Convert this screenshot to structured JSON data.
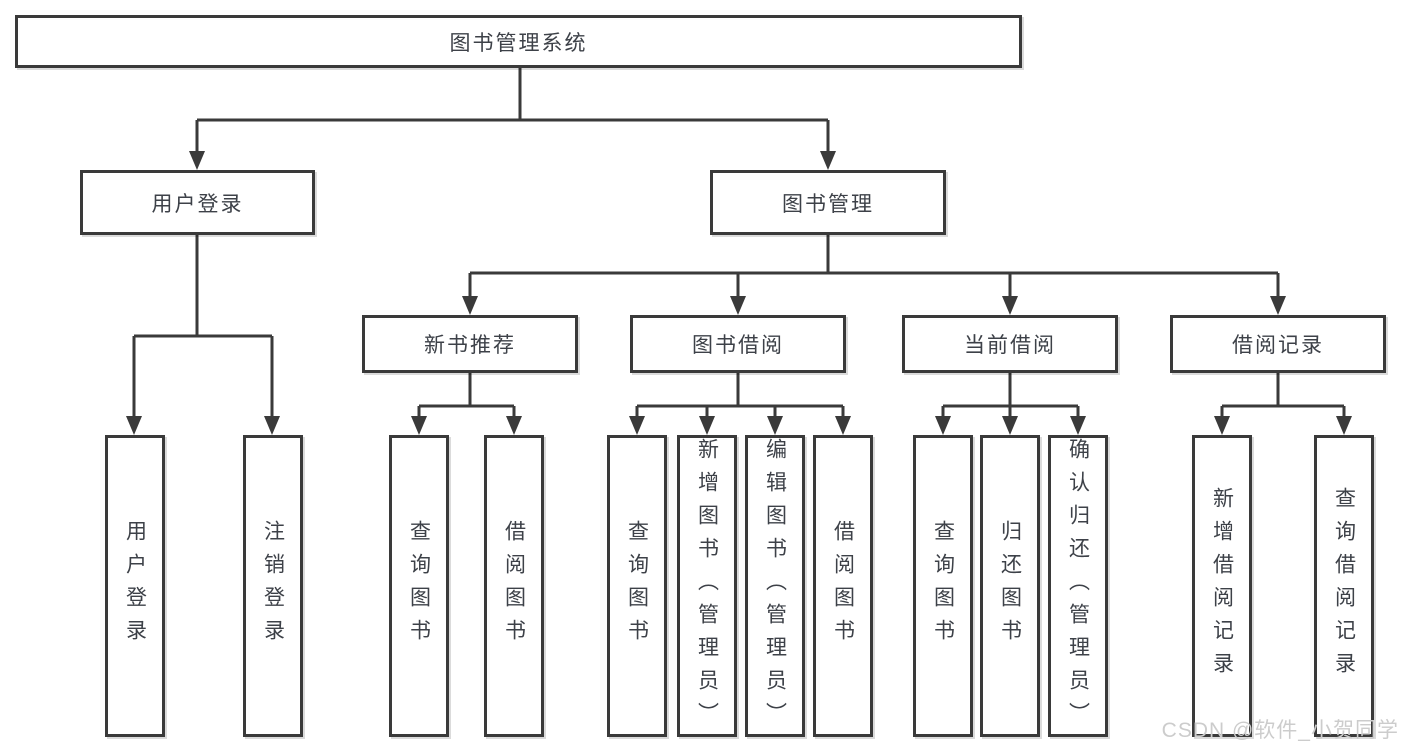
{
  "diagram": {
    "root": {
      "label": "图书管理系统"
    },
    "branches": [
      {
        "label": "用户登录",
        "children": [
          {
            "label": "用户登录"
          },
          {
            "label": "注销登录"
          }
        ]
      },
      {
        "label": "图书管理",
        "groups": [
          {
            "label": "新书推荐",
            "children": [
              {
                "label": "查询图书"
              },
              {
                "label": "借阅图书"
              }
            ]
          },
          {
            "label": "图书借阅",
            "children": [
              {
                "label": "查询图书"
              },
              {
                "label": "新增图书（管理员）"
              },
              {
                "label": "编辑图书（管理员）"
              },
              {
                "label": "借阅图书"
              }
            ]
          },
          {
            "label": "当前借阅",
            "children": [
              {
                "label": "查询图书"
              },
              {
                "label": "归还图书"
              },
              {
                "label": "确认归还（管理员）"
              }
            ]
          },
          {
            "label": "借阅记录",
            "children": [
              {
                "label": "新增借阅记录"
              },
              {
                "label": "查询借阅记录"
              }
            ]
          }
        ]
      }
    ]
  },
  "watermark": {
    "text": "CSDN @软件_小贺同学"
  },
  "colors": {
    "background": "#ffffff",
    "box_border": "#3a3a3a",
    "box_fill": "#ffffff",
    "text": "#3d4148",
    "connector": "#3a3a3a",
    "watermark": "#cccccc"
  }
}
